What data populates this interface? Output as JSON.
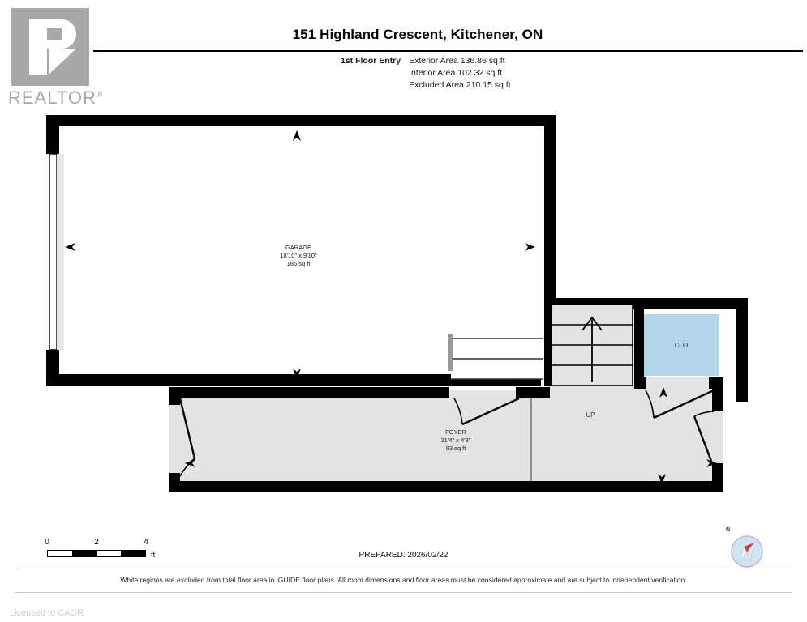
{
  "branding": {
    "logo_name": "realtor-logo",
    "wordmark": "REALTOR",
    "registered_mark": "®",
    "logo_color": "#a8a8a8"
  },
  "header": {
    "title": "151 Highland Crescent, Kitchener, ON",
    "floor_label": "1st Floor Entry",
    "areas": [
      "Exterior Area 136.86 sq ft",
      "Interior Area 102.32 sq ft",
      "Excluded Area 210.15 sq ft"
    ]
  },
  "floorplan": {
    "rooms": [
      {
        "name": "garage",
        "label": "GARAGE",
        "dimensions": "18'10\" x 9'10\"",
        "area": "186 sq ft",
        "fill": "#ffffff",
        "excluded": true
      },
      {
        "name": "foyer",
        "label": "FOYER",
        "dimensions": "21'4\" x 4'3\"",
        "area": "83 sq ft",
        "fill": "#e3e3e3",
        "excluded": false
      },
      {
        "name": "closet",
        "label": "CLO",
        "dimensions": "",
        "area": "",
        "fill": "#b4d4e8",
        "excluded": false
      }
    ],
    "stairs": {
      "label": "UP",
      "direction": "up",
      "tread_count": 4
    },
    "colors": {
      "wall": "#000000",
      "interior_fill": "#e3e3e3",
      "excluded_fill": "#ffffff",
      "closet_fill": "#b4d4e8",
      "closet_text": "#2b3a4a"
    }
  },
  "footer": {
    "scale": {
      "ticks": [
        "0",
        "2",
        "4"
      ],
      "unit": "ft"
    },
    "prepared": "PREPARED: 2026/02/22",
    "compass_label": "N",
    "disclaimer": "White regions are excluded from total floor area in iGUIDE floor plans. All room dimensions and floor areas must be considered approximate and are subject to independent verification.",
    "licensed": "Licensed to CAOR"
  }
}
